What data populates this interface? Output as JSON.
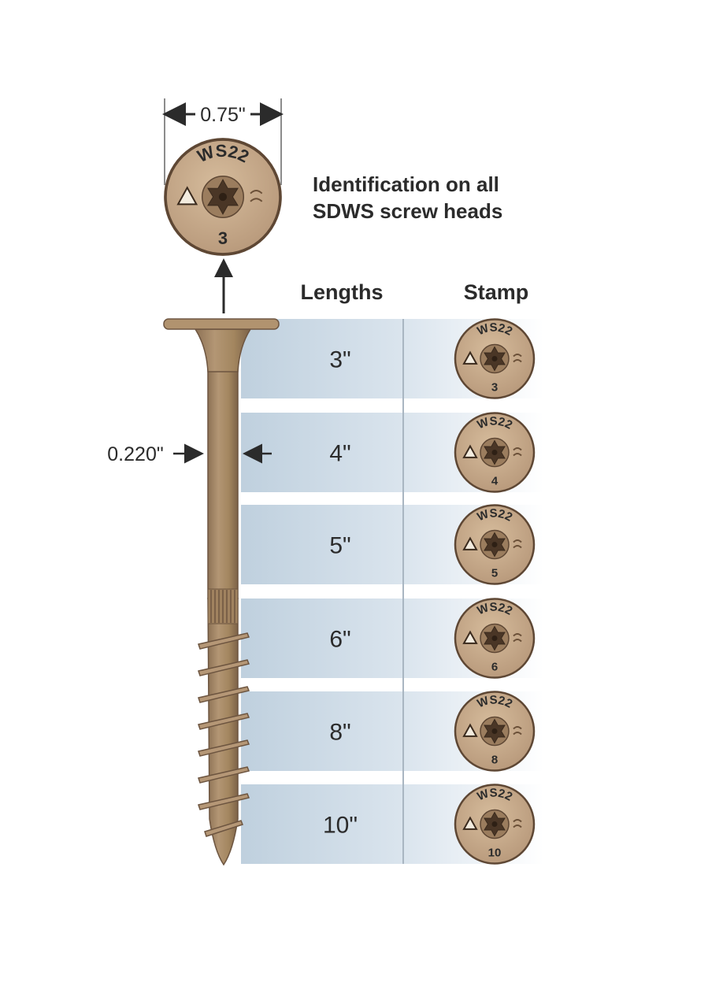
{
  "dimensions": {
    "head_diameter": "0.75\"",
    "shank_diameter": "0.220\""
  },
  "identification_note": {
    "line1": "Identification on all",
    "line2": "SDWS screw heads"
  },
  "table": {
    "headers": {
      "lengths": "Lengths",
      "stamp": "Stamp"
    },
    "rows": [
      {
        "length": "3\"",
        "stamp_number": "3"
      },
      {
        "length": "4\"",
        "stamp_number": "4"
      },
      {
        "length": "5\"",
        "stamp_number": "5"
      },
      {
        "length": "6\"",
        "stamp_number": "6"
      },
      {
        "length": "8\"",
        "stamp_number": "8"
      },
      {
        "length": "10\"",
        "stamp_number": "10"
      }
    ]
  },
  "stamp": {
    "code": "WS22",
    "top_head_number": "3"
  },
  "colors": {
    "screw": "#a88a67",
    "screw_dark": "#7a6146",
    "head_face": "#c9ad8c",
    "band_left": "#c5d4e0",
    "band_right": "#ffffff",
    "text": "#2b2b2b"
  },
  "icons": [
    "torx-drive-icon",
    "triangle-mark-icon",
    "arrow-icon"
  ]
}
